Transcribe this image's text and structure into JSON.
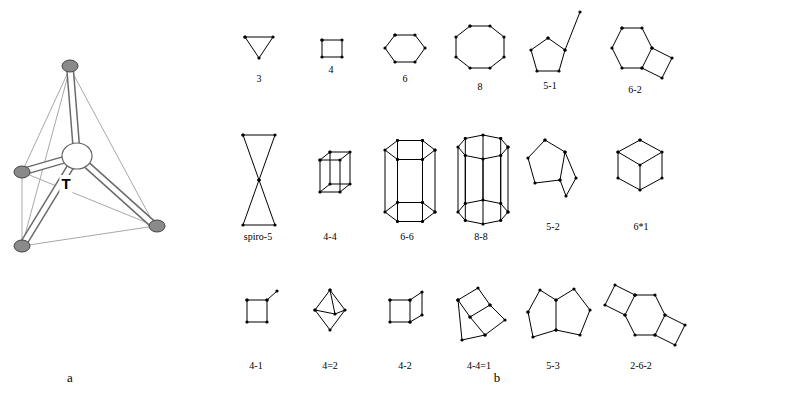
{
  "diagram": {
    "labels": [
      "T",
      "a",
      "b",
      "3",
      "4",
      "6",
      "8",
      "5-1",
      "6-2",
      "spiro-5",
      "4-4",
      "6-6",
      "8-8",
      "5-2",
      "6*1",
      "4-1",
      "4=2",
      "4-2",
      "4-4=1",
      "5-3",
      "2-6-2"
    ]
  }
}
